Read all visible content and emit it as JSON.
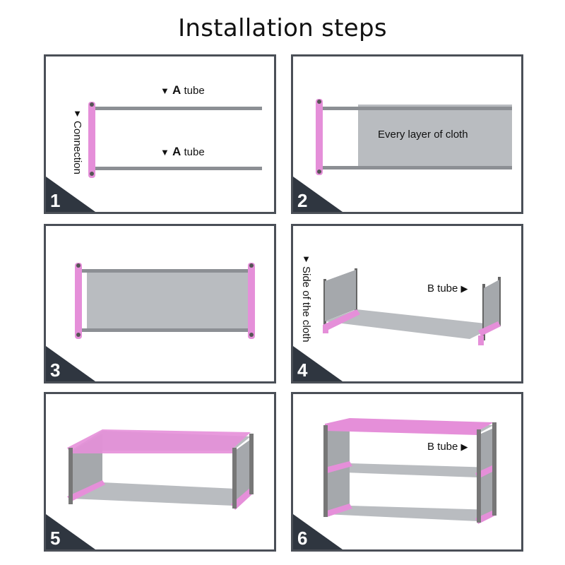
{
  "title": "Installation steps",
  "steps": [
    {
      "number": "1",
      "labels": {
        "tube_letter_top": "A",
        "tube_word_top": "tube",
        "tube_letter_bottom": "A",
        "tube_word_bottom": "tube",
        "connection": "Connection"
      }
    },
    {
      "number": "2",
      "labels": {
        "cloth": "Every layer of cloth"
      }
    },
    {
      "number": "3"
    },
    {
      "number": "4",
      "labels": {
        "side": "Side of the cloth",
        "b_tube": "B tube"
      }
    },
    {
      "number": "5"
    },
    {
      "number": "6",
      "labels": {
        "b_tube": "B tube"
      }
    }
  ],
  "colors": {
    "frame_pink": "#e58fd9",
    "tube_gray": "#8c8f94",
    "cloth_gray": "#b9bcc0",
    "border": "#4a4f57",
    "corner": "#2f3640"
  },
  "icons": {
    "pointer": "triangle-arrow-icon"
  }
}
